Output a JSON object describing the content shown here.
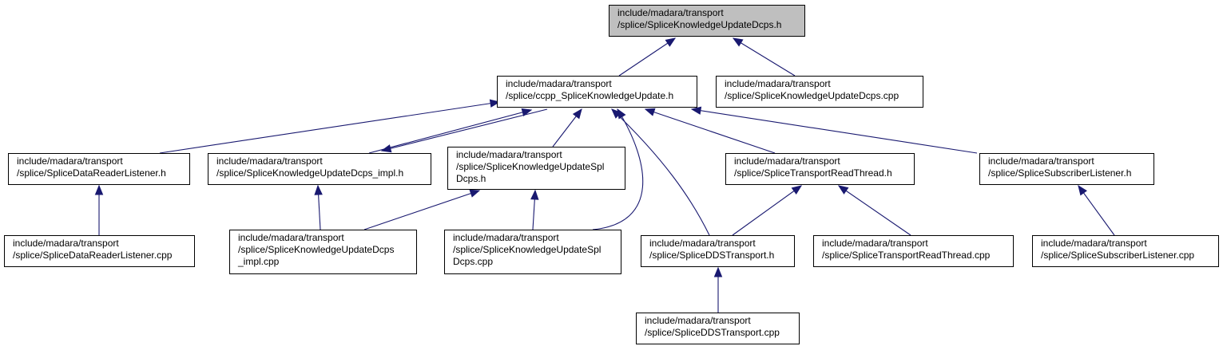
{
  "graph": {
    "edge_color": "#191970",
    "root_fill": "#bfbfbf",
    "nodes": [
      {
        "id": "root",
        "lines": [
          "include/madara/transport",
          "/splice/SpliceKnowledgeUpdateDcps.h"
        ],
        "root": true
      },
      {
        "id": "ccpp",
        "lines": [
          "include/madara/transport",
          "/splice/ccpp_SpliceKnowledgeUpdate.h"
        ]
      },
      {
        "id": "dcps_cpp",
        "lines": [
          "include/madara/transport",
          "/splice/SpliceKnowledgeUpdateDcps.cpp"
        ]
      },
      {
        "id": "drl_h",
        "lines": [
          "include/madara/transport",
          "/splice/SpliceDataReaderListener.h"
        ]
      },
      {
        "id": "impl_h",
        "lines": [
          "include/madara/transport",
          "/splice/SpliceKnowledgeUpdateDcps_impl.h"
        ]
      },
      {
        "id": "spl_h",
        "lines": [
          "include/madara/transport",
          "/splice/SpliceKnowledgeUpdateSpl",
          "Dcps.h"
        ]
      },
      {
        "id": "trt_h",
        "lines": [
          "include/madara/transport",
          "/splice/SpliceTransportReadThread.h"
        ]
      },
      {
        "id": "sl_h",
        "lines": [
          "include/madara/transport",
          "/splice/SpliceSubscriberListener.h"
        ]
      },
      {
        "id": "drl_cpp",
        "lines": [
          "include/madara/transport",
          "/splice/SpliceDataReaderListener.cpp"
        ]
      },
      {
        "id": "impl_cpp",
        "lines": [
          "include/madara/transport",
          "/splice/SpliceKnowledgeUpdateDcps",
          "_impl.cpp"
        ]
      },
      {
        "id": "spl_cpp",
        "lines": [
          "include/madara/transport",
          "/splice/SpliceKnowledgeUpdateSpl",
          "Dcps.cpp"
        ]
      },
      {
        "id": "dds_h",
        "lines": [
          "include/madara/transport",
          "/splice/SpliceDDSTransport.h"
        ]
      },
      {
        "id": "trt_cpp",
        "lines": [
          "include/madara/transport",
          "/splice/SpliceTransportReadThread.cpp"
        ]
      },
      {
        "id": "sl_cpp",
        "lines": [
          "include/madara/transport",
          "/splice/SpliceSubscriberListener.cpp"
        ]
      },
      {
        "id": "dds_cpp",
        "lines": [
          "include/madara/transport",
          "/splice/SpliceDDSTransport.cpp"
        ]
      }
    ]
  }
}
